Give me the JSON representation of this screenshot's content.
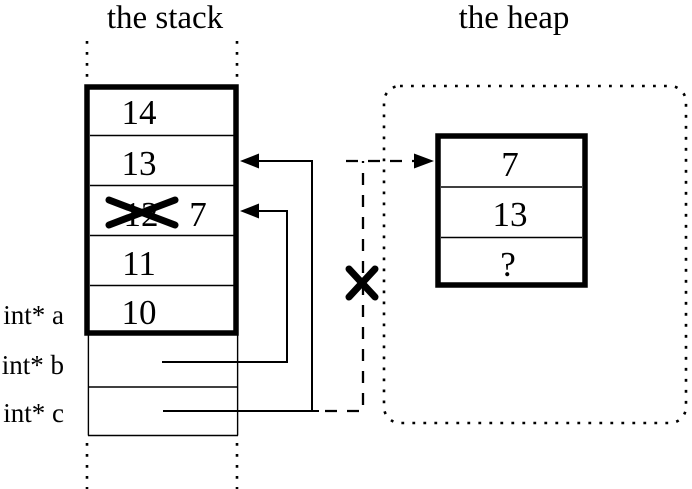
{
  "stack": {
    "title": "the stack",
    "cells": [
      {
        "value": "14"
      },
      {
        "value": "13"
      },
      {
        "value": "12",
        "crossed_out": true,
        "new_value": "7"
      },
      {
        "value": "11"
      },
      {
        "value": "10"
      }
    ],
    "pointer_labels": [
      "int* a",
      "int* b",
      "int* c"
    ]
  },
  "heap": {
    "title": "the heap",
    "cells": [
      {
        "value": "7"
      },
      {
        "value": "13"
      },
      {
        "value": "?"
      }
    ]
  },
  "colors": {
    "ink": "#000000",
    "background": "#ffffff"
  }
}
